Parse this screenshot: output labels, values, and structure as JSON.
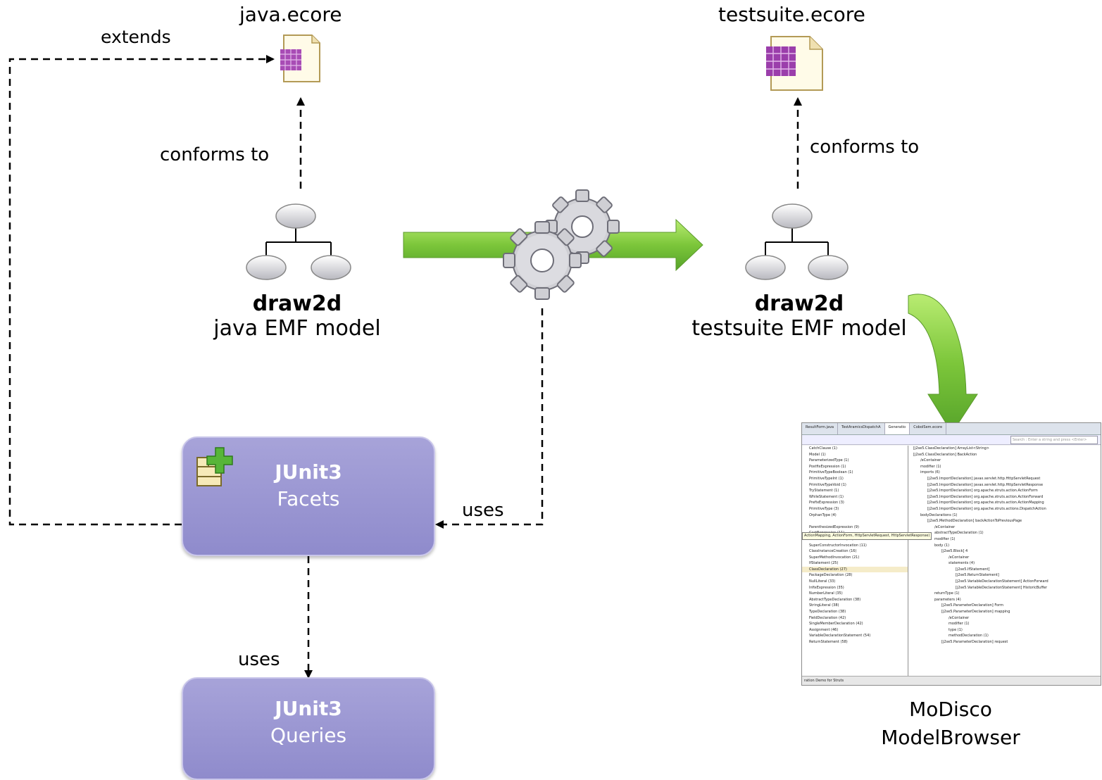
{
  "labels": {
    "java_ecore": "java.ecore",
    "testsuite_ecore": "testsuite.ecore",
    "extends": "extends",
    "conforms_left": "conforms to",
    "conforms_right": "conforms to",
    "uses_facets": "uses",
    "uses_queries": "uses"
  },
  "models": {
    "left": {
      "name": "draw2d",
      "desc": "java EMF model"
    },
    "right": {
      "name": "draw2d",
      "desc": "testsuite EMF model"
    }
  },
  "boxes": {
    "facets": {
      "title": "JUnit3",
      "subtitle": "Facets"
    },
    "queries": {
      "title": "JUnit3",
      "subtitle": "Queries"
    }
  },
  "browser_caption": {
    "line1": "MoDisco",
    "line2": "ModelBrowser"
  },
  "browser": {
    "tabs": [
      "ResultForm.java",
      "TestAramicsDispatchA",
      "Generatio",
      "CobolSem.ecore"
    ],
    "search_placeholder": "Search : Enter a string and press <Enter>",
    "left_items": [
      "CatchClause (1)",
      "Model (1)",
      "ParameterizedType (1)",
      "PostfixExpression (1)",
      "PrimitiveTypeBoolean (1)",
      "PrimitiveTypeInt (1)",
      "PrimitiveTypeVoid (1)",
      "TryStatement (1)",
      "WhileStatement (1)",
      "PrefixExpression (3)",
      "PrimitiveType (3)",
      "OrphanType (4)",
      "",
      "ParenthesizedExpression (9)",
      "CastExpression (11)",
      "InterfaceDeclaration (11)",
      "SuperConstructorInvocation (11)",
      "ClassInstanceCreation (16)",
      "SuperMethodInvocation (21)",
      "IfStatement (25)",
      "ClassDeclaration (27)",
      "PackageDeclaration (28)",
      "NullLiteral (33)",
      "InfixExpression (35)",
      "NumberLiteral (35)",
      "AbstractTypeDeclaration (38)",
      "StringLiteral (38)",
      "TypeDeclaration (38)",
      "FieldDeclaration (42)",
      "SingleMemberDeclaration (42)",
      "Assignment (46)",
      "VariableDeclarationStatement (54)",
      "ReturnStatement (58)"
    ],
    "tooltip": "ActionMapping, ActionForm, HttpServletRequest, HttpServletResponse)",
    "right_items": [
      "[j2se5.ClassDeclaration] ArrayList<String>",
      "[j2se5.ClassDeclaration] BackAction",
      "/eContainer",
      "modifier (1)",
      "imports (6)",
      "[j2se5.ImportDeclaration] javax.servlet.http.HttpServletRequest",
      "[j2se5.ImportDeclaration] javax.servlet.http.HttpServletResponse",
      "[j2se5.ImportDeclaration] org.apache.struts.action.ActionForm",
      "[j2se5.ImportDeclaration] org.apache.struts.action.ActionForward",
      "[j2se5.ImportDeclaration] org.apache.struts.action.ActionMapping",
      "[j2se5.ImportDeclaration] org.apache.struts.actions.DispatchAction",
      "bodyDeclarations (1)",
      "[j2se5.MethodDeclaration] backActionToPreviousPage",
      "/eContainer",
      "abstractTypeDeclaration (1)",
      "modifier (1)",
      "body (1)",
      "[j2se5.Block] 4",
      "/eContainer",
      "statements (4)",
      "[j2se5.IfStatement]",
      "[j2se5.ReturnStatement]",
      "[j2se5.VariableDeclarationStatement] ActionForward",
      "[j2se5.VariableDeclarationStatement] HistoricBuffer",
      "returnType (1)",
      "parameters (4)",
      "[j2se5.ParameterDeclaration] Form",
      "[j2se5.ParameterDeclaration] mapping",
      "/eContainer",
      "modifier (1)",
      "type (1)",
      "methodDeclaration (1)",
      "[j2se5.ParameterDeclaration] request"
    ],
    "status": "ration Demo for Struts"
  },
  "colors": {
    "box": "#9b97d3",
    "arrow_green": "#7cc63a",
    "gear": "#c8c8cc"
  }
}
